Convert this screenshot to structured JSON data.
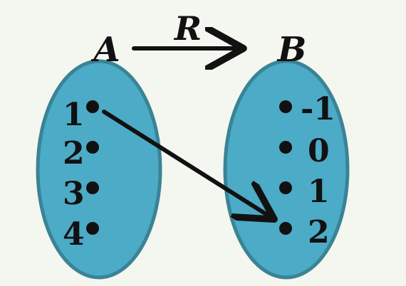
{
  "diagram": {
    "relation": {
      "name": "R"
    },
    "sets": [
      {
        "name": "A",
        "elements": [
          "1",
          "2",
          "3",
          "4"
        ]
      },
      {
        "name": "B",
        "elements": [
          "-1",
          "0",
          "1",
          "2"
        ]
      }
    ],
    "mappings": [
      {
        "from": "1",
        "to": "2"
      }
    ],
    "colors": {
      "background": "#f4f7ef",
      "set_fill": "#4cabc6",
      "set_stroke": "#3a8396",
      "ink": "#111111"
    }
  }
}
